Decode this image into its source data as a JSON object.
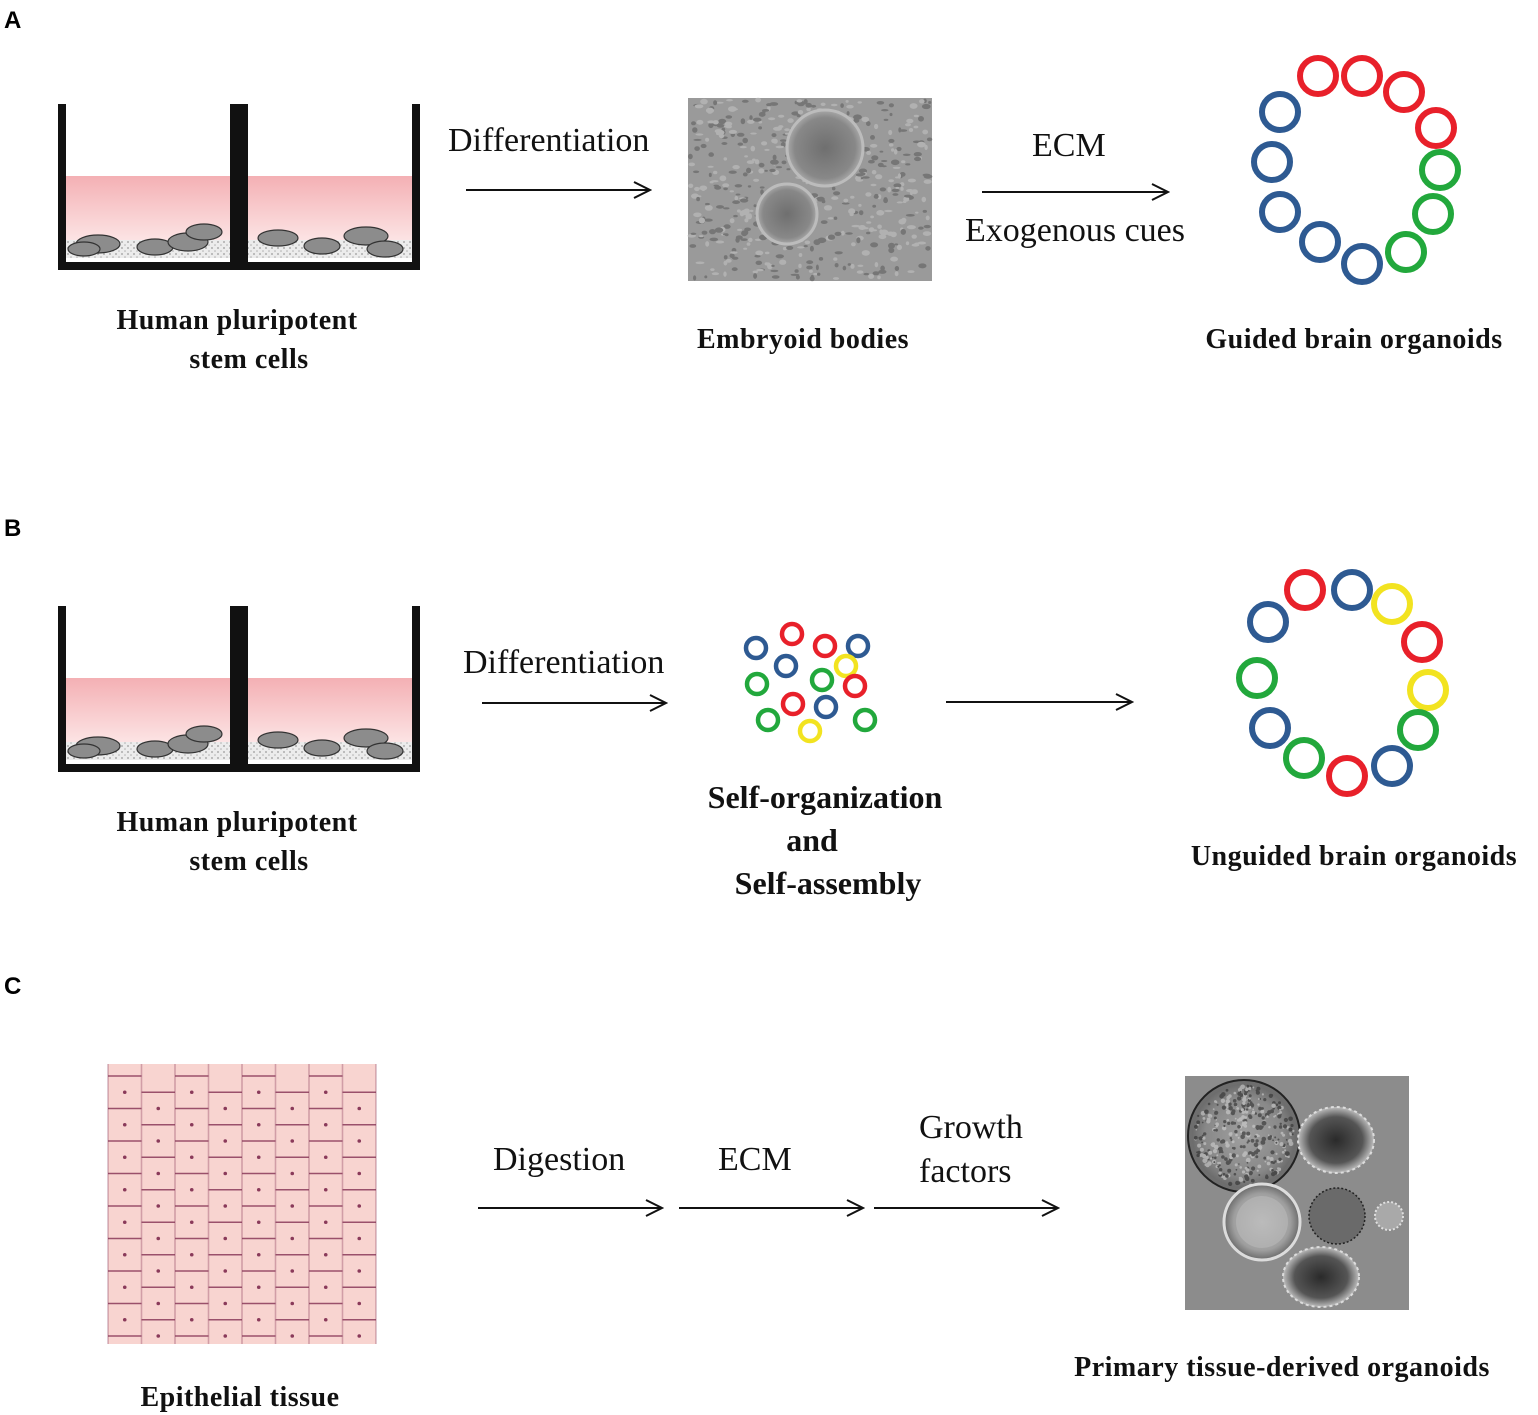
{
  "colors": {
    "red": "#e8202a",
    "blue": "#2e5a92",
    "green": "#22a83c",
    "yellow": "#f2e320",
    "medium_top": "#f4b2b6",
    "medium_bottom": "#fde6e6",
    "cell_fill": "#8a8a8a",
    "tissue_bg": "#f8d4d0",
    "tissue_line": "#8a3a5a",
    "gray_photo": "#8c8c8c"
  },
  "panels": {
    "a": {
      "letter": "A",
      "step1_label": "Differentiation",
      "step2_label_top": "ECM",
      "step2_label_bottom": "Exogenous cues",
      "caption_source_line1": "Human  pluripotent",
      "caption_source_line2": "stem cells",
      "caption_middle": "Embryoid  bodies",
      "caption_result": "Guided  brain  organoids",
      "ring_colors": [
        "red",
        "red",
        "red",
        "red",
        "green",
        "green",
        "green",
        "blue",
        "blue",
        "blue",
        "blue",
        "blue"
      ]
    },
    "b": {
      "letter": "B",
      "step1_label": "Differentiation",
      "caption_source_line1": "Human  pluripotent",
      "caption_source_line2": "stem cells",
      "caption_middle_line1": "Self-organization",
      "caption_middle_line2": "and",
      "caption_middle_line3": "Self-assembly",
      "caption_result": "Unguided  brain  organoids",
      "ring_colors": [
        "red",
        "blue",
        "yellow",
        "red",
        "yellow",
        "green",
        "blue",
        "red",
        "green",
        "blue",
        "green",
        "blue"
      ],
      "cluster_colors": [
        "blue",
        "red",
        "red",
        "blue",
        "blue",
        "yellow",
        "green",
        "green",
        "red",
        "red",
        "blue",
        "green",
        "yellow",
        "green"
      ]
    },
    "c": {
      "letter": "C",
      "step1_label": "Digestion",
      "step2_label": "ECM",
      "step3_label_line1": "Growth",
      "step3_label_line2": "factors",
      "caption_source": "Epithelial  tissue",
      "caption_result": "Primary  tissue-derived  organoids"
    }
  }
}
